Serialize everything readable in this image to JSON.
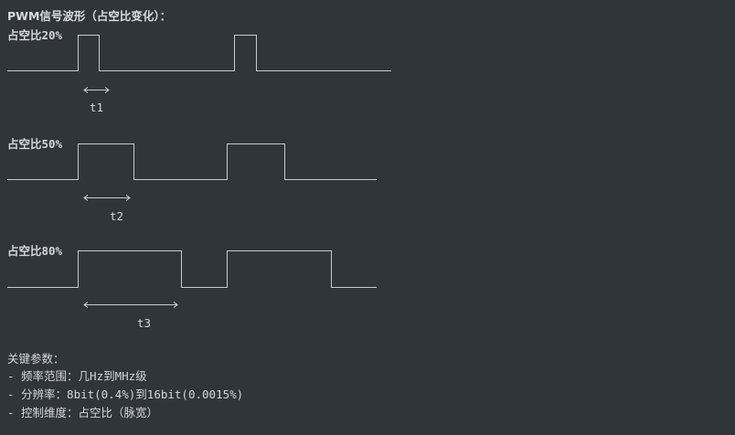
{
  "title": "PWM信号波形（占空比变化）：",
  "waves": [
    {
      "label": "占空比20%",
      "period_label": "t1"
    },
    {
      "label": "占空比50%",
      "period_label": "t2"
    },
    {
      "label": "占空比80%",
      "period_label": "t3"
    }
  ],
  "params": {
    "heading": "关键参数：",
    "items": [
      "- 频率范围：几Hz到MHz级",
      "- 分辨率：8bit(0.4%)到16bit(0.0015%)",
      "- 控制维度：占空比（脉宽）"
    ]
  }
}
